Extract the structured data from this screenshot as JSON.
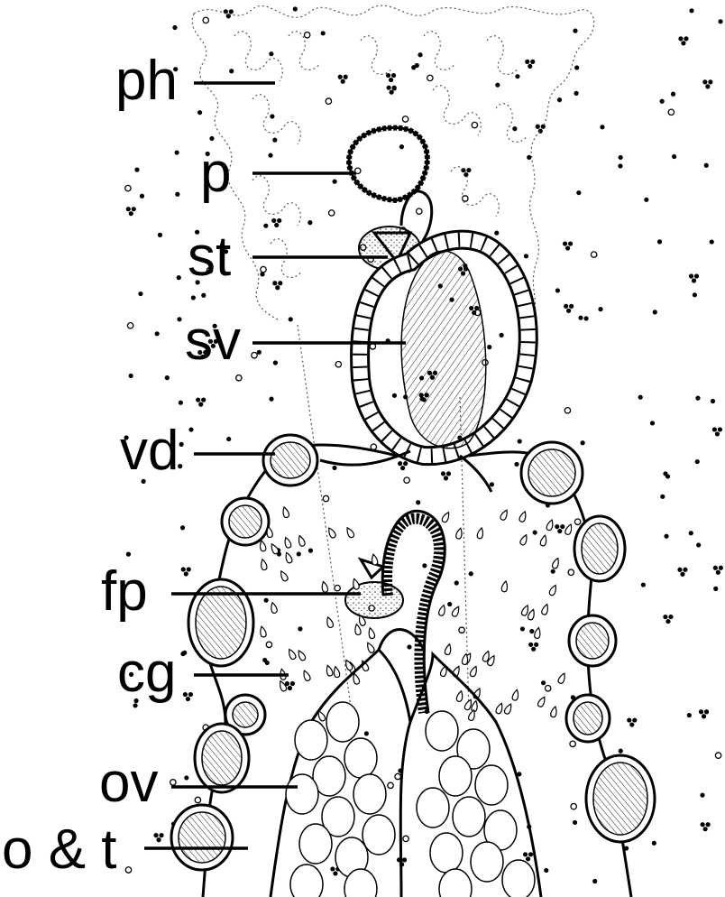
{
  "figure": {
    "labels": [
      {
        "key": "ph",
        "text": "ph"
      },
      {
        "key": "p",
        "text": "p"
      },
      {
        "key": "st",
        "text": "st"
      },
      {
        "key": "sv",
        "text": "sv"
      },
      {
        "key": "vd",
        "text": "vd"
      },
      {
        "key": "fp",
        "text": "fp"
      },
      {
        "key": "cg",
        "text": "cg"
      },
      {
        "key": "ov",
        "text": "ov"
      },
      {
        "key": "ot",
        "text": "o & t"
      }
    ]
  }
}
